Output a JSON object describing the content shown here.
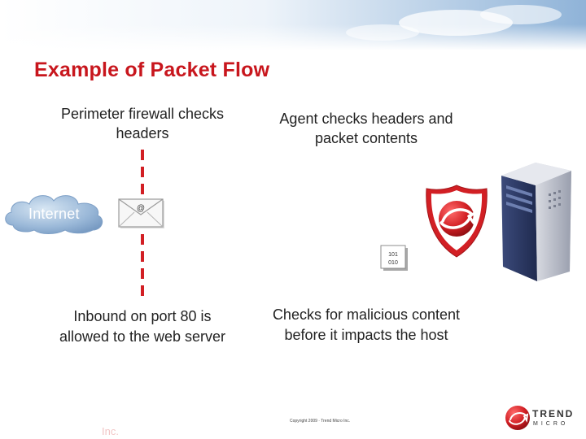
{
  "title": "Example of Packet Flow",
  "labels": {
    "perimeter_firewall": "Perimeter firewall checks headers",
    "agent_checks": "Agent checks headers and packet contents",
    "inbound": "Inbound on port 80 is allowed to the web server",
    "malicious_check": "Checks for malicious content before it impacts the host"
  },
  "cloud_label": "Internet",
  "envelope_symbol": "@",
  "packet": {
    "line1": "101",
    "line2": "010"
  },
  "footer": {
    "copyright": "Copyright 2009 · Trend Micro Inc.",
    "ghost_text": "Inc."
  },
  "logo": {
    "line1": "TREND",
    "line2": "MICRO"
  },
  "colors": {
    "accent": "#c8161d",
    "firewall_line": "#d21f24",
    "cloud": "#9ab8d8"
  }
}
